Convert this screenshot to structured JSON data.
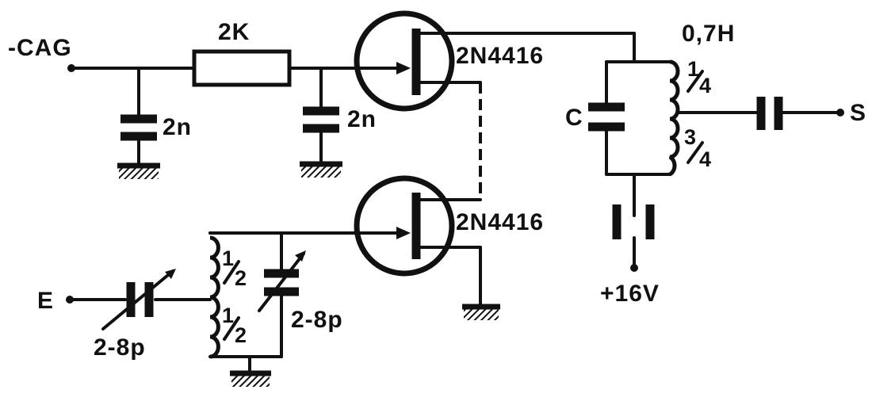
{
  "labels": {
    "cag": "-CAG",
    "resistor": "2K",
    "cap_filter_1": "2n",
    "cap_filter_2": "2n",
    "fet_top": "2N4416",
    "fet_bottom": "2N4416",
    "inductor_out": "0,7H",
    "tap_upper_num": "1",
    "tap_upper_den": "4",
    "tap_lower_num": "3",
    "tap_lower_den": "4",
    "tank_cap": "C",
    "output": "S",
    "supply": "+16V",
    "input": "E",
    "trimmer_in": "2-8p",
    "trimmer_tank": "2-8p",
    "tap_in_upper_num": "1",
    "tap_in_upper_den": "2",
    "tap_in_lower_num": "1",
    "tap_in_lower_den": "2"
  },
  "colors": {
    "ink": "#111111",
    "background": "#ffffff"
  }
}
